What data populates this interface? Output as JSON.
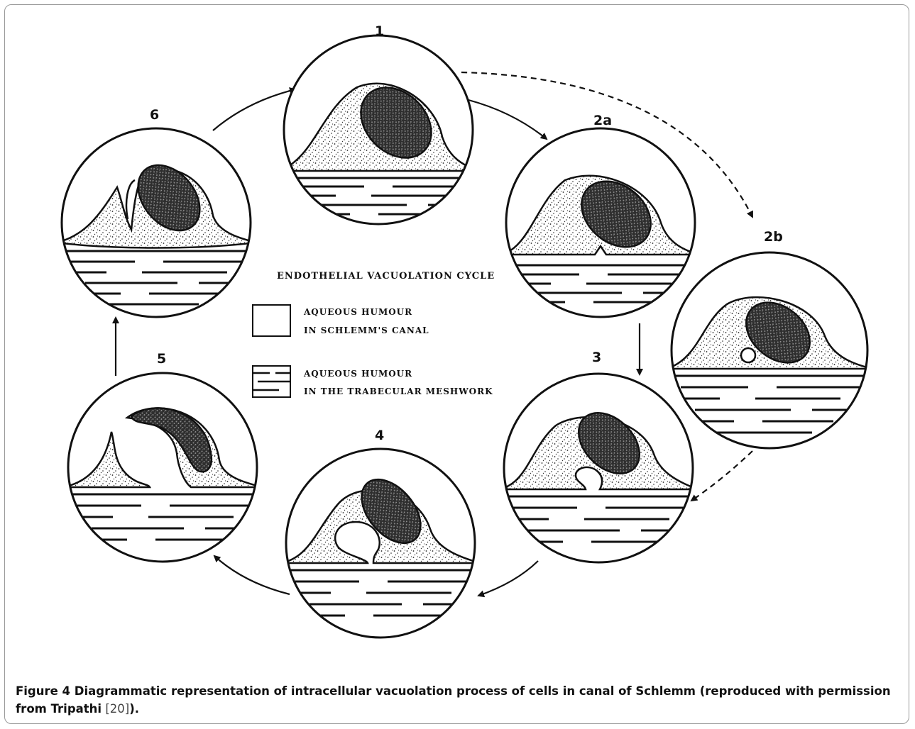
{
  "diagram": {
    "title": "ENDOTHELIAL VACUOLATION CYCLE",
    "stages": [
      "1",
      "2a",
      "2b",
      "3",
      "4",
      "5",
      "6"
    ],
    "legend": [
      {
        "line1": "AQUEOUS HUMOUR",
        "line2": "IN SCHLEMM'S CANAL"
      },
      {
        "line1": "AQUEOUS HUMOUR",
        "line2": "IN THE TRABECULAR MESHWORK"
      }
    ]
  },
  "caption": {
    "label": "Figure 4",
    "text": " Diagrammatic representation of intracellular vacuolation process of cells in canal of Schlemm (reproduced with permission from ",
    "author": "Tripathi",
    "ref_open": " [",
    "ref_num": "20",
    "ref_close": "]",
    "end": ")."
  }
}
